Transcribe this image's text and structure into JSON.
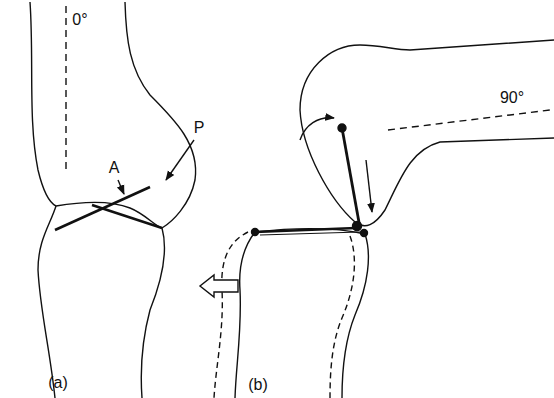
{
  "diagram": {
    "labels": [
      "0°",
      "A",
      "P",
      "(a)",
      "(b)",
      "90°"
    ]
  }
}
